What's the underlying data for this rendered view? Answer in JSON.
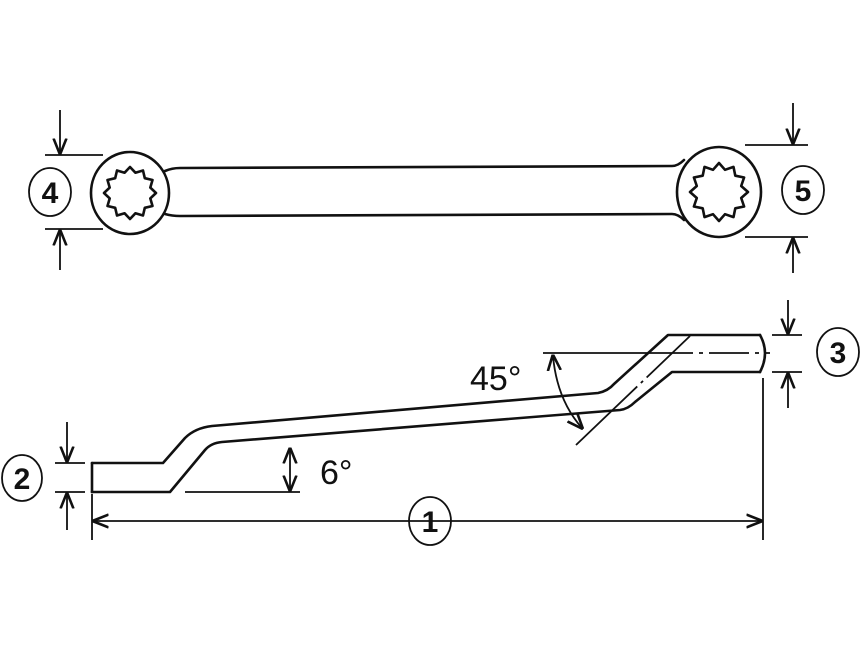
{
  "title": "Double offset ring wrench dimension diagram",
  "callouts": {
    "overall_length": "1",
    "small_end_thickness": "2",
    "large_end_thickness": "3",
    "small_end_width": "4",
    "large_end_width": "5"
  },
  "angles": {
    "offset_angle": "45°",
    "handle_angle": "6°"
  },
  "colors": {
    "line": "#111111",
    "background": "#ffffff"
  }
}
